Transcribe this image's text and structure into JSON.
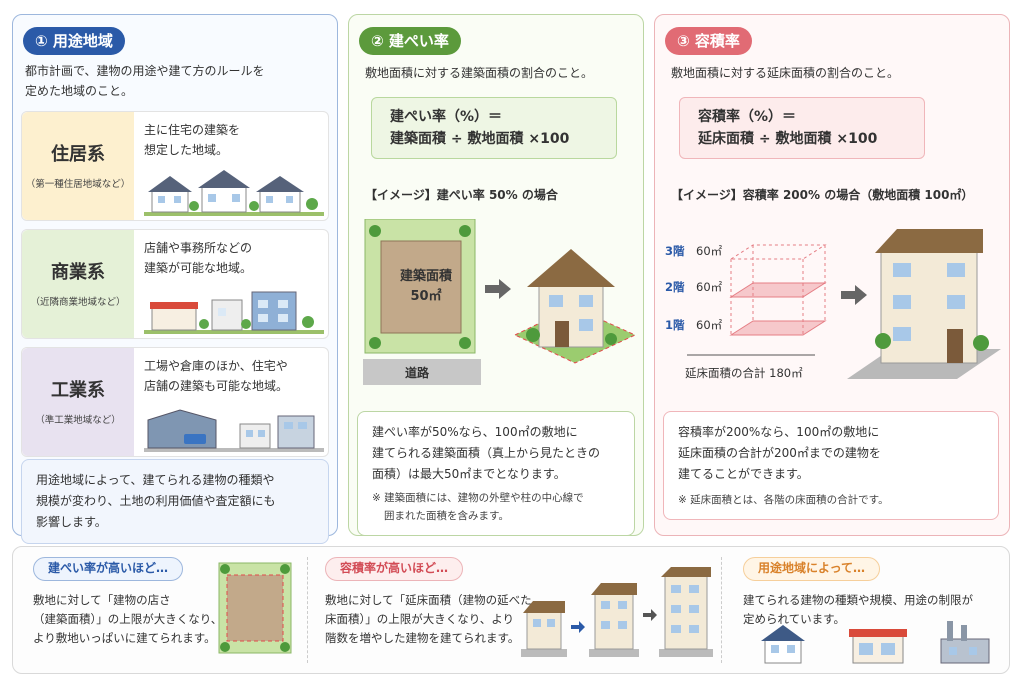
{
  "colors": {
    "blue": "#2b5aa8",
    "green": "#5c9a3c",
    "red": "#e16b74",
    "orange": "#f3a64a"
  },
  "panel1": {
    "title": "① 用途地域",
    "desc": [
      "都市計画で、建物の用途や建て方のルールを",
      "定めた地域のこと。"
    ],
    "zones": [
      {
        "name": "住居系",
        "sub": "（第一種住居地域など）",
        "desc": [
          "主に住宅の建築を",
          "想定した地域。"
        ]
      },
      {
        "name": "商業系",
        "sub": "（近隣商業地域など）",
        "desc": [
          "店舗や事務所などの",
          "建築が可能な地域。"
        ]
      },
      {
        "name": "工業系",
        "sub": "（準工業地域など）",
        "desc": [
          "工場や倉庫のほか、住宅や",
          "店舗の建築も可能な地域。"
        ]
      }
    ],
    "note": [
      "用途地域によって、建てられる建物の種類や",
      "規模が変わり、土地の利用価値や査定額にも",
      "影響します。"
    ]
  },
  "panel2": {
    "title": "② 建ぺい率",
    "desc": "敷地面積に対する建築面積の割合のこと。",
    "formula": [
      "建ぺい率（%）＝",
      "建築面積 ÷ 敷地面積 ×100"
    ],
    "image_title": "【イメージ】建ぺい率 50% の場合",
    "area_label": [
      "建築面積",
      "50㎡"
    ],
    "road": "道路",
    "note": [
      "建ぺい率が50%なら、100㎡の敷地に",
      "建てられる建築面積（真上から見たときの",
      "面積）は最大50㎡までとなります。"
    ],
    "footnote": [
      "※ 建築面積には、建物の外壁や柱の中心線で",
      "囲まれた面積を含みます。"
    ]
  },
  "panel3": {
    "title": "③ 容積率",
    "desc": "敷地面積に対する延床面積の割合のこと。",
    "formula": [
      "容積率（%）＝",
      "延床面積 ÷ 敷地面積 ×100"
    ],
    "image_title": "【イメージ】容積率 200% の場合（敷地面積 100㎡）",
    "floors": [
      {
        "floor": "3階",
        "area": "60㎡"
      },
      {
        "floor": "2階",
        "area": "60㎡"
      },
      {
        "floor": "1階",
        "area": "60㎡"
      }
    ],
    "total": "延床面積の合計 180㎡",
    "note": [
      "容積率が200%なら、100㎡の敷地に",
      "延床面積の合計が200㎡までの建物を",
      "建てることができます。"
    ],
    "footnote": "※ 延床面積とは、各階の床面積の合計です。"
  },
  "bottom": [
    {
      "pill": "建ぺい率が高いほど…",
      "text": [
        "敷地に対して「建物の店さ",
        "（建築面積）」の上限が大きくなり、",
        "より敷地いっぱいに建てられます。"
      ]
    },
    {
      "pill": "容積率が高いほど…",
      "text": [
        "敷地に対して「延床面積（建物の延べた",
        "床面積）」の上限が大きくなり、より",
        "階数を増やした建物を建てられます。"
      ]
    },
    {
      "pill": "用途地域によって…",
      "text": [
        "建てられる建物の種類や規模、用途の制限が",
        "定められています。"
      ]
    }
  ]
}
